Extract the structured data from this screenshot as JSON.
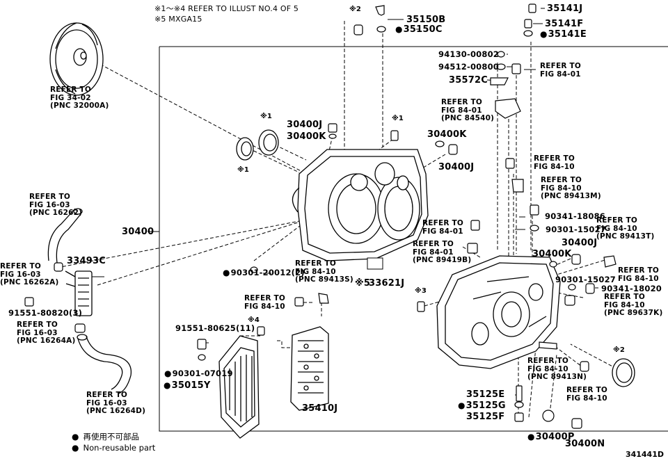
{
  "header": {
    "note_1": "※1～※4 REFER TO ILLUST NO.4 OF 5",
    "note_2": "※5 MXGA15"
  },
  "markers": {
    "m1": "※1",
    "m2": "※2",
    "m3": "※3",
    "m4": "※4",
    "m5": "※5"
  },
  "parts": {
    "p35150B": "35150B",
    "p35150C": "35150C",
    "p35141J": "35141J",
    "p35141F": "35141F",
    "p35141E": "35141E",
    "p94130": "94130-00802",
    "p94512": "94512-00800",
    "p35572C": "35572C",
    "p30400J_a": "30400J",
    "p30400K_a": "30400K",
    "p30400K_b": "30400K",
    "p30400J_b": "30400J",
    "p30400": "30400",
    "p33493C": "33493C",
    "p90301_20012": "90301-20012(2)",
    "p33621J": "33621J",
    "p91551_80820": "91551-80820(3)",
    "p90341_18086": "90341-18086",
    "p90301_15027_a": "90301-15027",
    "p30400J_c": "30400J",
    "p30400K_c": "30400K",
    "p90301_15027_b": "90301-15027",
    "p90341_18020": "90341-18020",
    "p91551_80625": "91551-80625(11)",
    "p90301_07019": "90301-07019",
    "p35015Y": "35015Y",
    "p35410J": "35410J",
    "p35125E": "35125E",
    "p35125G": "35125G",
    "p35125F": "35125F",
    "p30400P": "30400P",
    "p30400N": "30400N"
  },
  "refs": {
    "r_torque": "REFER TO\nFIG 34-02\n(PNC 32000A)",
    "r_8401_top": "REFER TO\nFIG 84-01",
    "r_84540": "REFER TO\nFIG 84-01\n(PNC 84540)",
    "r_16262": "REFER TO\nFIG 16-03\n(PNC 16262)",
    "r_16262A": "REFER TO\nFIG 16-03\n(PNC 16262A)",
    "r_16264A": "REFER TO\nFIG 16-03\n(PNC 16264A)",
    "r_16264D": "REFER TO\nFIG 16-03\n(PNC 16264D)",
    "r_8410_a": "REFER TO\nFIG 84-10",
    "r_89413M": "REFER TO\nFIG 84-10\n(PNC 89413M)",
    "r_8401_mid": "REFER TO\nFIG 84-01",
    "r_89419B": "REFER TO\nFIG 84-01\n(PNC 89419B)",
    "r_89413S": "REFER TO\nFIG 84-10\n(PNC 89413S)",
    "r_89413T": "REFER TO\nFIG 84-10\n(PNC 89413T)",
    "r_8410_b": "REFER TO\nFIG 84-10",
    "r_8410_c": "REFER TO\nFIG 84-10",
    "r_89637K": "REFER TO\nFIG 84-10\n(PNC 89637K)",
    "r_89413N": "REFER TO\nFIG 84-10\n(PNC 89413N)",
    "r_8410_d": "REFER TO\nFIG 84-10"
  },
  "legend": {
    "jp": "再使用不可部品",
    "en": "Non-reusable part"
  },
  "diagram_id": "341441D"
}
